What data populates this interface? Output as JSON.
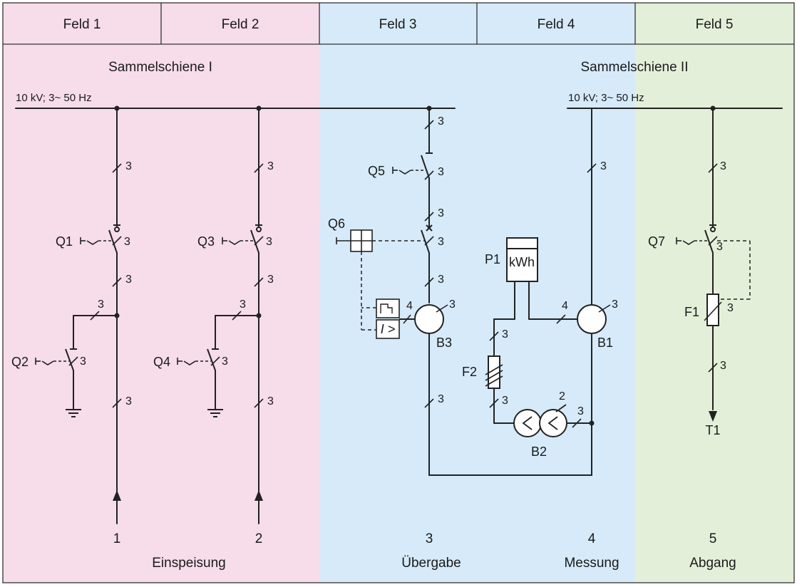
{
  "colors": {
    "pink": "#f6dde9",
    "blue": "#d6eaf9",
    "green": "#e4efd9",
    "line": "#222222",
    "border": "#333333"
  },
  "header": {
    "fields": [
      "Feld 1",
      "Feld 2",
      "Feld 3",
      "Feld 4",
      "Feld 5"
    ]
  },
  "busbars": {
    "bus1_title": "Sammelschiene I",
    "bus2_title": "Sammelschiene II",
    "bus1_rating": "10 kV; 3~ 50 Hz",
    "bus2_rating": "10 kV; 3~ 50 Hz"
  },
  "devices": {
    "q1": "Q1",
    "q2": "Q2",
    "q3": "Q3",
    "q4": "Q4",
    "q5": "Q5",
    "q6": "Q6",
    "q7": "Q7",
    "b1": "B1",
    "b2": "B2",
    "b3": "B3",
    "f1": "F1",
    "f2": "F2",
    "p1": "P1",
    "kwh": "kWh",
    "t1": "T1",
    "relay": "I >"
  },
  "conductor_counts": {
    "three": "3",
    "four": "4",
    "two": "2"
  },
  "footer": {
    "numbers": [
      "1",
      "2",
      "3",
      "4",
      "5"
    ],
    "labels": {
      "einspeisung": "Einspeisung",
      "uebergabe": "Übergabe",
      "messung": "Messung",
      "abgang": "Abgang"
    }
  }
}
